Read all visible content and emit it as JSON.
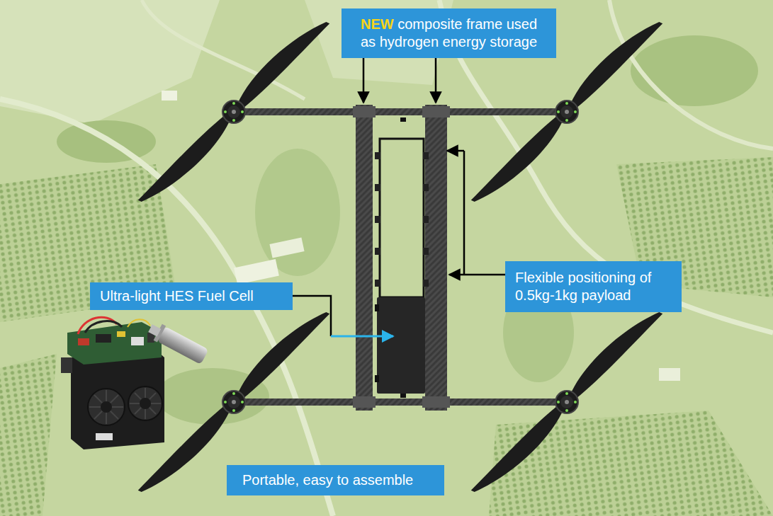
{
  "diagram": {
    "nodes": [
      {
        "text": [
          "NEW",
          "composite frame used as hydrogen energy storage"
        ]
      },
      {
        "text": [
          "Flexible positioning of 0.5kg-1kg payload"
        ]
      },
      {
        "text": [
          "Ultra-light HES Fuel Cell"
        ]
      },
      {
        "text": [
          "Portable, easy to assemble"
        ]
      }
    ]
  }
}
